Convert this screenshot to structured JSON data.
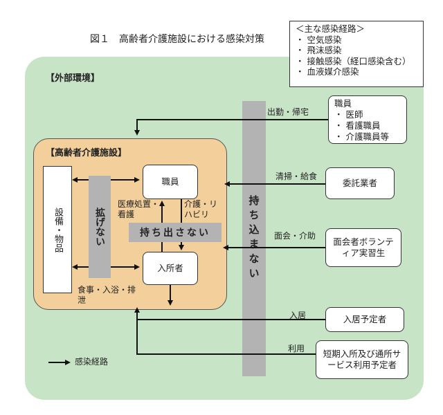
{
  "title": "図１　高齢者介護施設における感染対策",
  "legend": {
    "header": "＜主な感染経路＞",
    "items": [
      "空気感染",
      "飛沫感染",
      "接触感染（経口感染含む）",
      "血液媒介感染"
    ]
  },
  "outer_label": "【外部環境】",
  "facility_label": "【高齢者介護施設】",
  "equipment": "設備・物品",
  "spread_bar": "拡げない",
  "carry_out_bar": "持ち出さない",
  "carry_in_bar": "持ち込まない",
  "staff_box": "職員",
  "resident_box": "入所者",
  "label_medical": "医療処置・看護",
  "label_care": "介護・リハビリ",
  "label_meal": "食事・入浴・排泄",
  "external": [
    {
      "route": "出勤・帰宅",
      "entity": "職員",
      "list": [
        "医師",
        "看護職員",
        "介護職員等"
      ]
    },
    {
      "route": "清掃・給食",
      "entity": "委託業者"
    },
    {
      "route": "面会・介助",
      "entity": "面会者ボランティア実習生"
    },
    {
      "route": "入居",
      "entity": "入居予定者"
    },
    {
      "route": "利用",
      "entity": "短期入所及び通所サービス利用予定者"
    }
  ],
  "key_label": "感染経路",
  "colors": {
    "outer": "#c8e4c6",
    "facility": "#f2cf9b",
    "bar": "#b3b3b3"
  }
}
